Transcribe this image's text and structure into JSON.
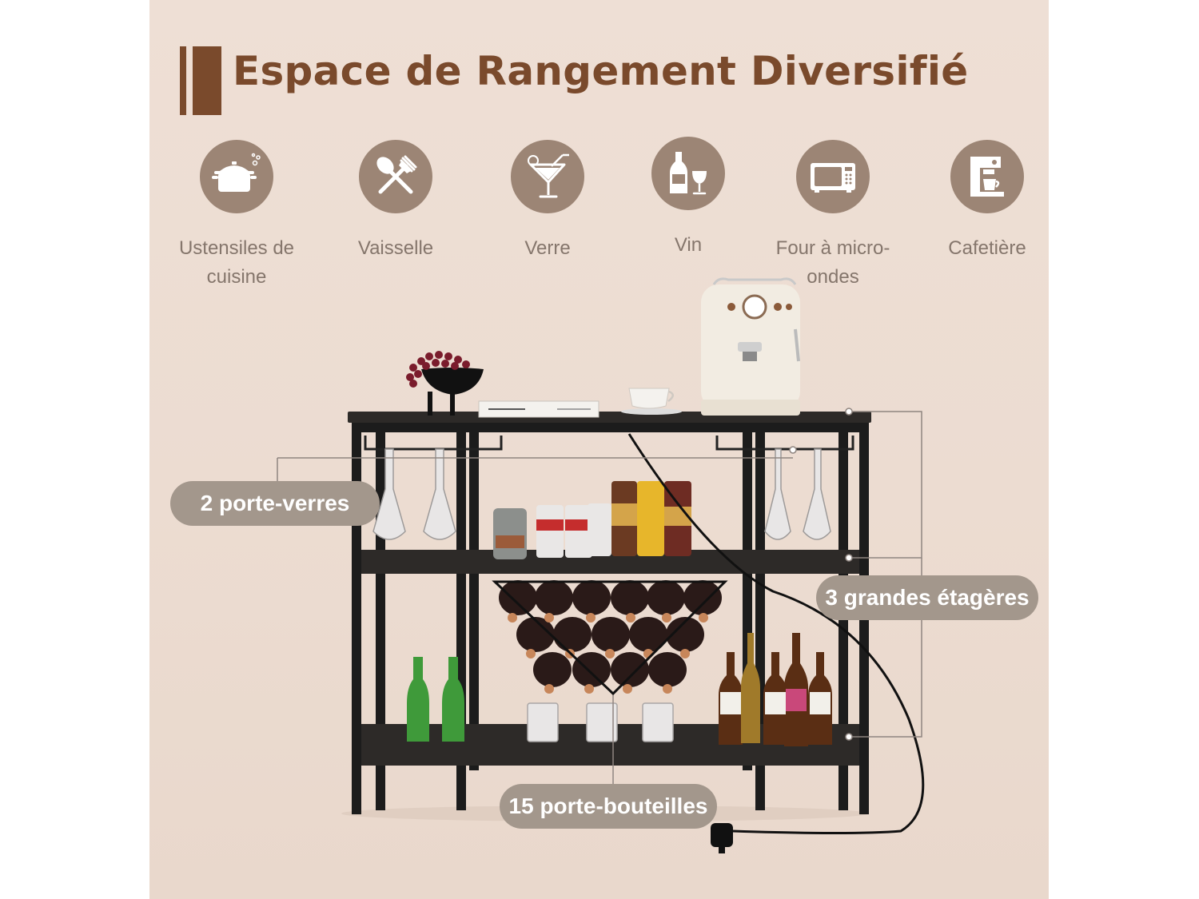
{
  "title": "Espace de Rangement Diversifié",
  "features": [
    {
      "icon": "cooking-pot-icon",
      "label": "Ustensiles de cuisine"
    },
    {
      "icon": "spoon-fork-icon",
      "label": "Vaisselle"
    },
    {
      "icon": "cocktail-glass-icon",
      "label": "Verre"
    },
    {
      "icon": "wine-bottle-glass-icon",
      "label": "Vin"
    },
    {
      "icon": "microwave-icon",
      "label": "Four à micro-ondes"
    },
    {
      "icon": "coffee-maker-icon",
      "label": "Cafetière"
    }
  ],
  "callouts": {
    "glass_holders": "2 porte-verres",
    "shelves": "3 grandes étagères",
    "bottle_holders": "15 porte-bouteilles"
  },
  "colors": {
    "background": "#eddcd2",
    "title": "#7a4a2c",
    "icon_circle": "#9c8575",
    "callout": "#a3978c",
    "label_text": "#85766c"
  }
}
